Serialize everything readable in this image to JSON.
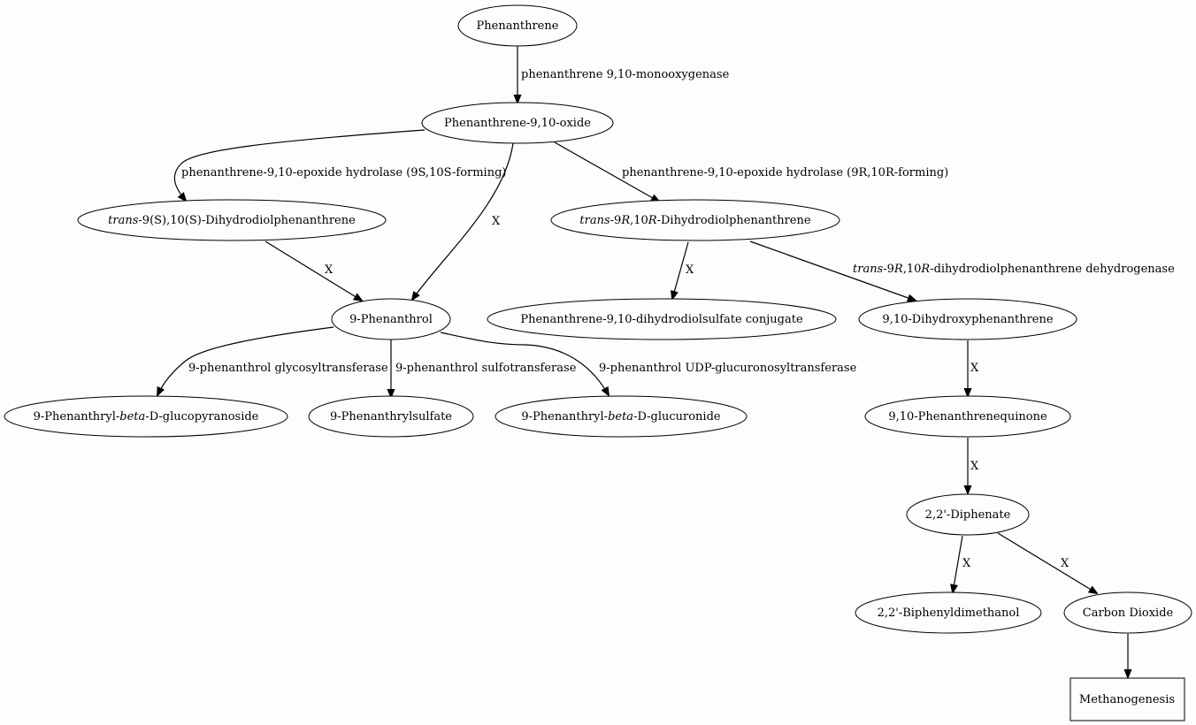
{
  "nodes": {
    "phenanthrene": {
      "label": "Phenanthrene"
    },
    "oxide": {
      "label": "Phenanthrene-9,10-oxide"
    },
    "diol_ss": {
      "label_italic": "trans",
      "label": "-9(S),10(S)-Dihydrodiolphenanthrene"
    },
    "diol_rr": {
      "label_italic": "trans",
      "label_a": "-9",
      "label_b": "R",
      "label_c": ",10",
      "label_d": "R",
      "label_e": "-Dihydrodiolphenanthrene"
    },
    "phenanthrol": {
      "label": "9-Phenanthrol"
    },
    "sulfate_conj": {
      "label": "Phenanthrene-9,10-dihydrodiolsulfate conjugate"
    },
    "dihydroxy": {
      "label": "9,10-Dihydroxyphenanthrene"
    },
    "glucopyranoside": {
      "label_a": "9-Phenanthryl-",
      "label_b": "beta",
      "label_c": "-D-glucopyranoside"
    },
    "phenanthrylsulfate": {
      "label": "9-Phenanthrylsulfate"
    },
    "glucuronide": {
      "label_a": "9-Phenanthryl-",
      "label_b": "beta",
      "label_c": "-D-glucuronide"
    },
    "quinone": {
      "label": "9,10-Phenanthrenequinone"
    },
    "diphenate": {
      "label": "2,2'-Diphenate"
    },
    "biphenyldimethanol": {
      "label": "2,2'-Biphenyldimethanol"
    },
    "co2": {
      "label": "Carbon Dioxide"
    },
    "methanogenesis": {
      "label": "Methanogenesis"
    }
  },
  "edges": {
    "e1": {
      "label": "phenanthrene 9,10-monooxygenase"
    },
    "e2": {
      "label": "phenanthrene-9,10-epoxide hydrolase (9S,10S-forming)"
    },
    "e3": {
      "label": "X"
    },
    "e4": {
      "label": "phenanthrene-9,10-epoxide hydrolase (9R,10R-forming)"
    },
    "e5": {
      "label": "X"
    },
    "e6": {
      "label": "X"
    },
    "e7": {
      "label_italic": "trans",
      "label_a": "-9",
      "label_b": "R",
      "label_c": ",10",
      "label_d": "R",
      "label_e": "-dihydrodiolphenanthrene dehydrogenase"
    },
    "e8": {
      "label": "9-phenanthrol glycosyltransferase"
    },
    "e9": {
      "label": "9-phenanthrol sulfotransferase"
    },
    "e10": {
      "label": "9-phenanthrol UDP-glucuronosyltransferase"
    },
    "e11": {
      "label": "X"
    },
    "e12": {
      "label": "X"
    },
    "e13": {
      "label": "X"
    },
    "e14": {
      "label": "X"
    }
  }
}
